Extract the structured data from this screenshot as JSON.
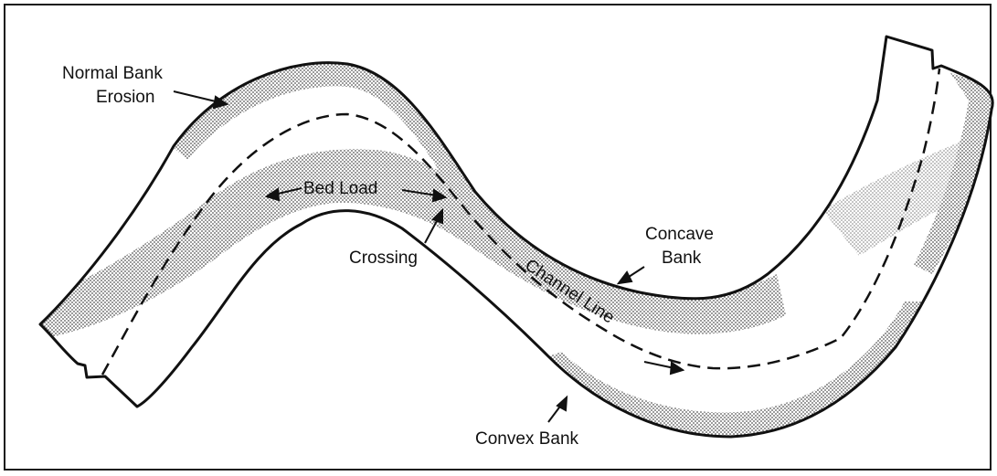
{
  "labels": {
    "normal_bank_erosion_1": "Normal Bank",
    "normal_bank_erosion_2": "Erosion",
    "bed_load": "Bed Load",
    "crossing": "Crossing",
    "concave_bank_1": "Concave",
    "concave_bank_2": "Bank",
    "channel_line": "Channel Line",
    "convex_bank": "Convex Bank"
  },
  "colors": {
    "ink": "#111111",
    "stipple": "#9a9a9a",
    "background": "#ffffff"
  }
}
